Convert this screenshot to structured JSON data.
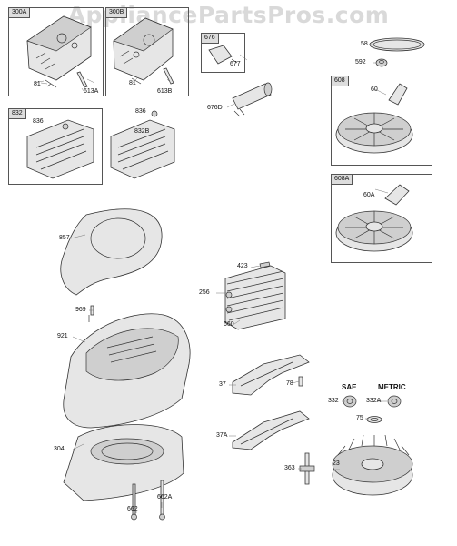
{
  "watermark": "AppliancePartsPros.com",
  "groups": {
    "g300a": "300A",
    "g300b": "300B",
    "g676": "676",
    "g832": "832",
    "g608": "608",
    "g608a": "608A"
  },
  "headers": {
    "sae": "SAE",
    "metric": "METRIC"
  },
  "labels": {
    "p81a": "81",
    "p613a": "613A",
    "p81b": "81",
    "p613b": "613B",
    "p677": "677",
    "p676d": "676D",
    "p58": "58",
    "p592": "592",
    "p60": "60",
    "p60a": "60A",
    "p836a": "836",
    "p836b": "836",
    "p832b": "832B",
    "p857": "857",
    "p969": "969",
    "p921": "921",
    "p304": "304",
    "p662": "662",
    "p662a": "662A",
    "p423": "423",
    "p256": "256",
    "p660": "660",
    "p37": "37",
    "p37a": "37A",
    "p78": "78",
    "p332": "332",
    "p332a": "332A",
    "p75": "75",
    "p363": "363",
    "p23": "23"
  }
}
